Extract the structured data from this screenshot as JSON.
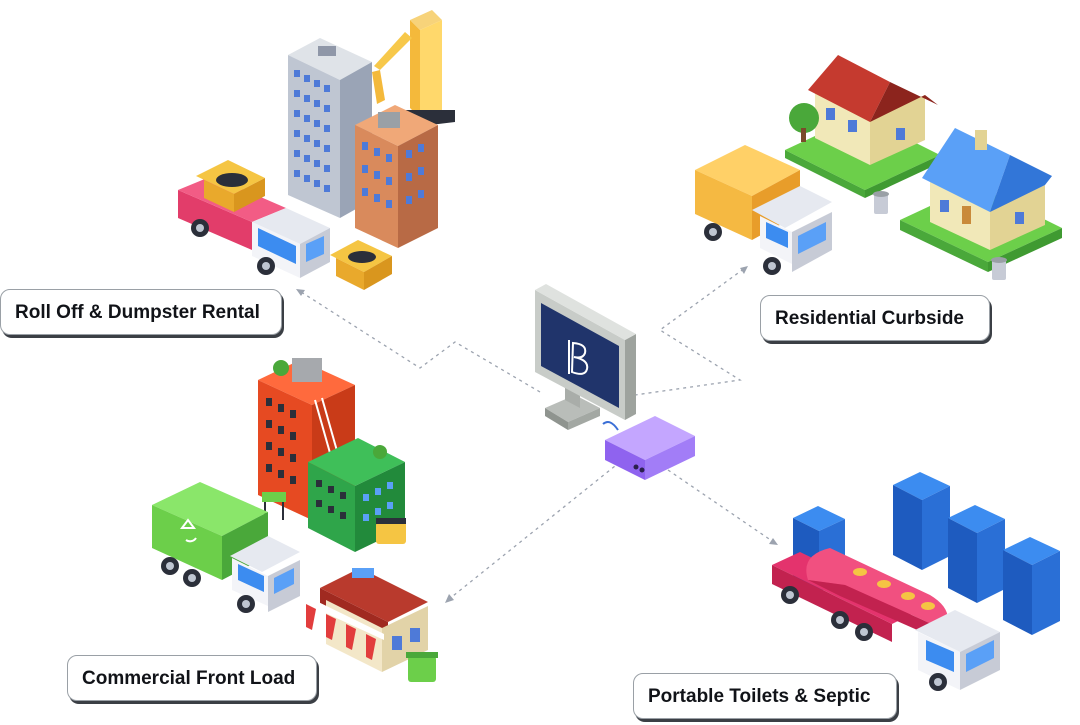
{
  "labels": {
    "roll_off": "Roll Off & Dumpster Rental",
    "residential": "Residential Curbside",
    "commercial": "Commercial Front Load",
    "portable": "Portable Toilets & Septic"
  },
  "colors": {
    "connector": "#9ca3af",
    "label_border": "#9aa0a6",
    "label_shadow": "#3b3f45",
    "monitor_screen": "#20346b",
    "hub": "#a78bfa",
    "dumpster_truck": "#e23d6a",
    "front_load_truck": "#6ccf4a",
    "curbside_truck": "#f5b942",
    "septic_truck": "#e4336d",
    "portable_toilet": "#1e5bbf"
  },
  "icons": {
    "hub_logo": "stylized-b-logo",
    "commercial_truck_decal": "recycle-icon"
  }
}
